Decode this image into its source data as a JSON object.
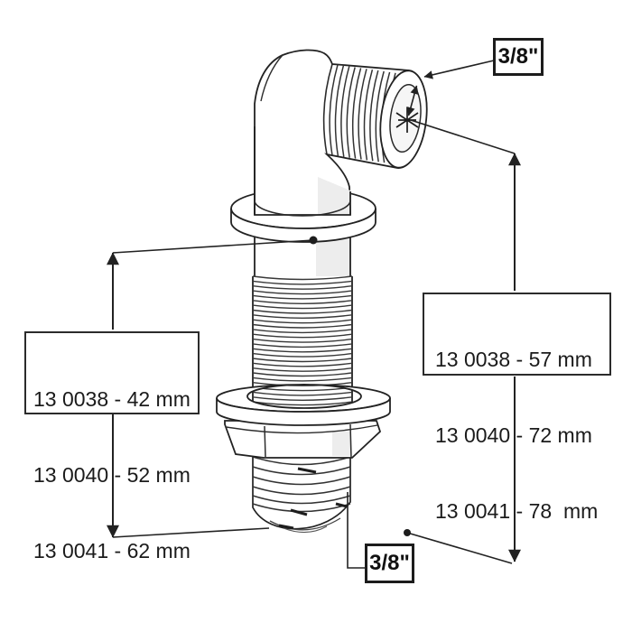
{
  "diagram": {
    "description": "Threaded 90-degree through-hull elbow fitting, technical line drawing",
    "spec": {
      "top": "3/8\"",
      "bottom": "3/8\""
    },
    "tables": {
      "left": [
        "13 0038 - 42 mm",
        "13 0040 - 52 mm",
        "13 0041 - 62 mm"
      ],
      "right": [
        "13 0038 - 57 mm",
        "13 0040 - 72 mm",
        "13 0041 - 78  mm"
      ]
    },
    "colors": {
      "line": "#222222",
      "background": "#ffffff",
      "shade": "#ededed"
    }
  }
}
